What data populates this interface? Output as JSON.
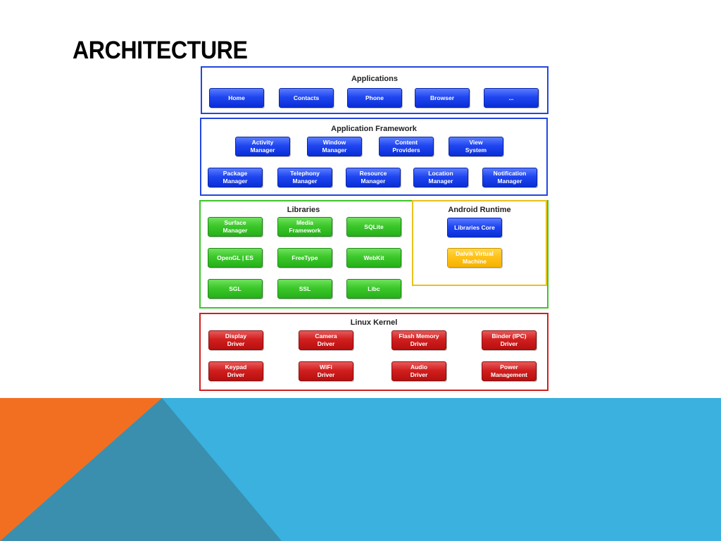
{
  "slide": {
    "title": "ARCHITECTURE"
  },
  "diagram": {
    "applications": {
      "title": "Applications",
      "items": [
        "Home",
        "Contacts",
        "Phone",
        "Browser",
        "..."
      ]
    },
    "framework": {
      "title": "Application Framework",
      "row1": [
        "Activity\nManager",
        "Window\nManager",
        "Content\nProviders",
        "View\nSystem"
      ],
      "row2": [
        "Package\nManager",
        "Telephony\nManager",
        "Resource\nManager",
        "Location\nManager",
        "Notification\nManager"
      ]
    },
    "libraries": {
      "title": "Libraries",
      "items": [
        "Surface\nManager",
        "Media\nFramework",
        "SQLite",
        "OpenGL | ES",
        "FreeType",
        "WebKit",
        "SGL",
        "SSL",
        "Libc"
      ]
    },
    "runtime": {
      "title": "Android Runtime",
      "core": "Libraries Core",
      "vm": "Dalvik Virtual\nMachine"
    },
    "kernel": {
      "title": "Linux Kernel",
      "row1": [
        "Display\nDriver",
        "Camera\nDriver",
        "Flash Memory\nDriver",
        "Binder (IPC)\nDriver"
      ],
      "row2": [
        "Keypad\nDriver",
        "WiFi\nDriver",
        "Audio\nDriver",
        "Power\nManagement"
      ]
    }
  },
  "colors": {
    "applications_border": "#2346e0",
    "framework_border": "#2346e0",
    "libraries_border": "#3cc72a",
    "runtime_border": "#e8c21a",
    "kernel_border": "#d11f1f",
    "band_blue": "#3ab1de",
    "band_orange": "#f26f21",
    "band_dark": "#3a8fae"
  }
}
